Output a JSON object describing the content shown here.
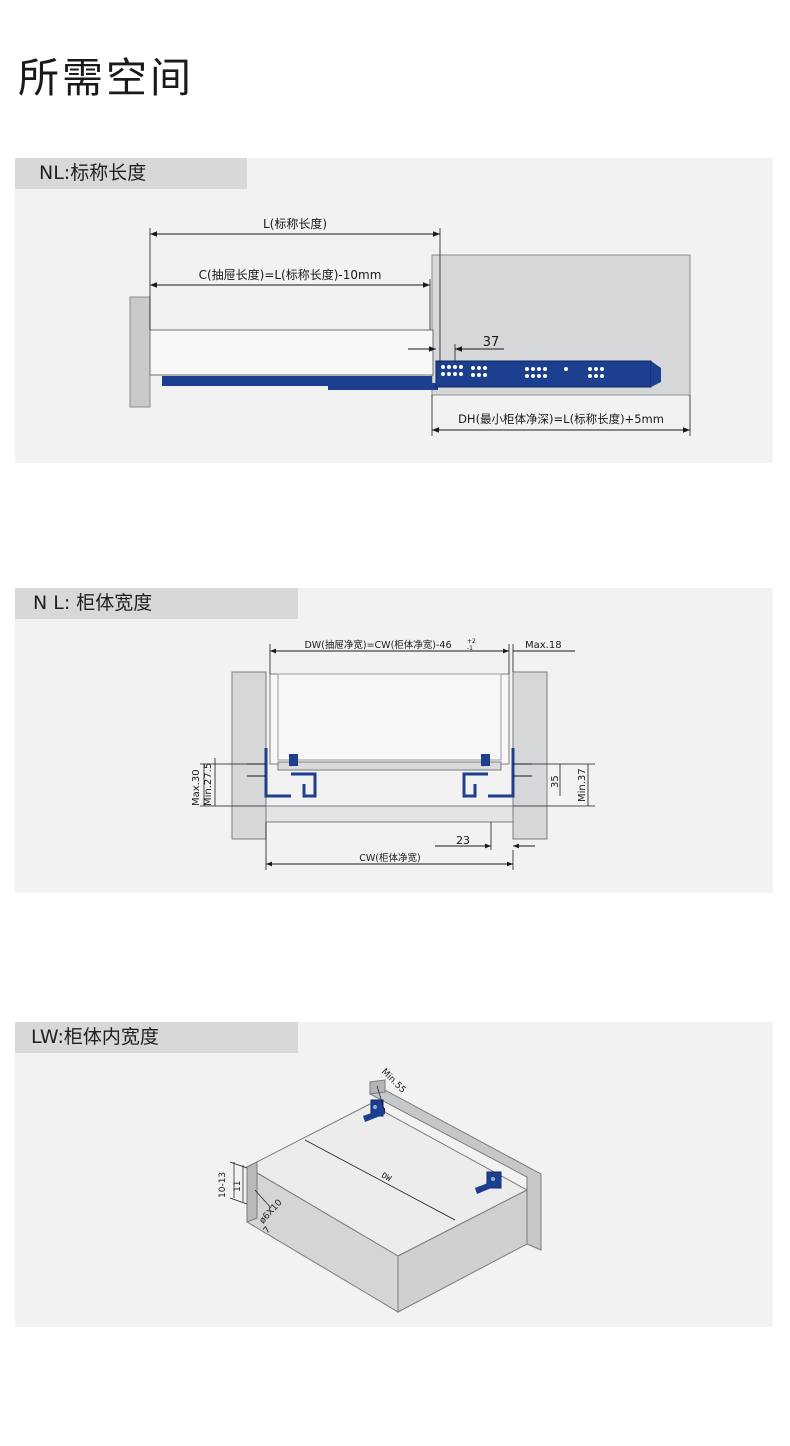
{
  "page": {
    "title": "所需空间"
  },
  "section_nl_length": {
    "header": "NL:标称长度",
    "labels": {
      "L": "L(标称长度)",
      "C": "C(抽屉长度)=L(标称长度)-10mm",
      "dim_37": "37",
      "DH": "DH(最小柜体净深)=L(标称长度)+5mm"
    }
  },
  "section_nl_width": {
    "header": "N L: 柜体宽度",
    "labels": {
      "DW": "DW(抽屉净宽)=CW(柜体净宽)-46",
      "DW_tol_upper": "+2",
      "DW_tol_lower": "-1",
      "max18": "Max.18",
      "max30": "Max.30",
      "min275": "Min.27.5",
      "dim35": "35",
      "min37": "Min.37",
      "dim23": "23",
      "CW": "CW(柜体净宽)"
    }
  },
  "section_lw": {
    "header": "LW:柜体内宽度",
    "labels": {
      "min55": "Min.55",
      "dw": "DW",
      "d1013": "10-13",
      "d11": "11",
      "hole": "ø6X10",
      "d7": "7"
    }
  },
  "colors": {
    "blue_rail": "#1d3f8f",
    "panel_bg": "#f2f2f3",
    "header_bg": "#d8d8d8",
    "cabinet_gray": "#d6d7d9"
  }
}
